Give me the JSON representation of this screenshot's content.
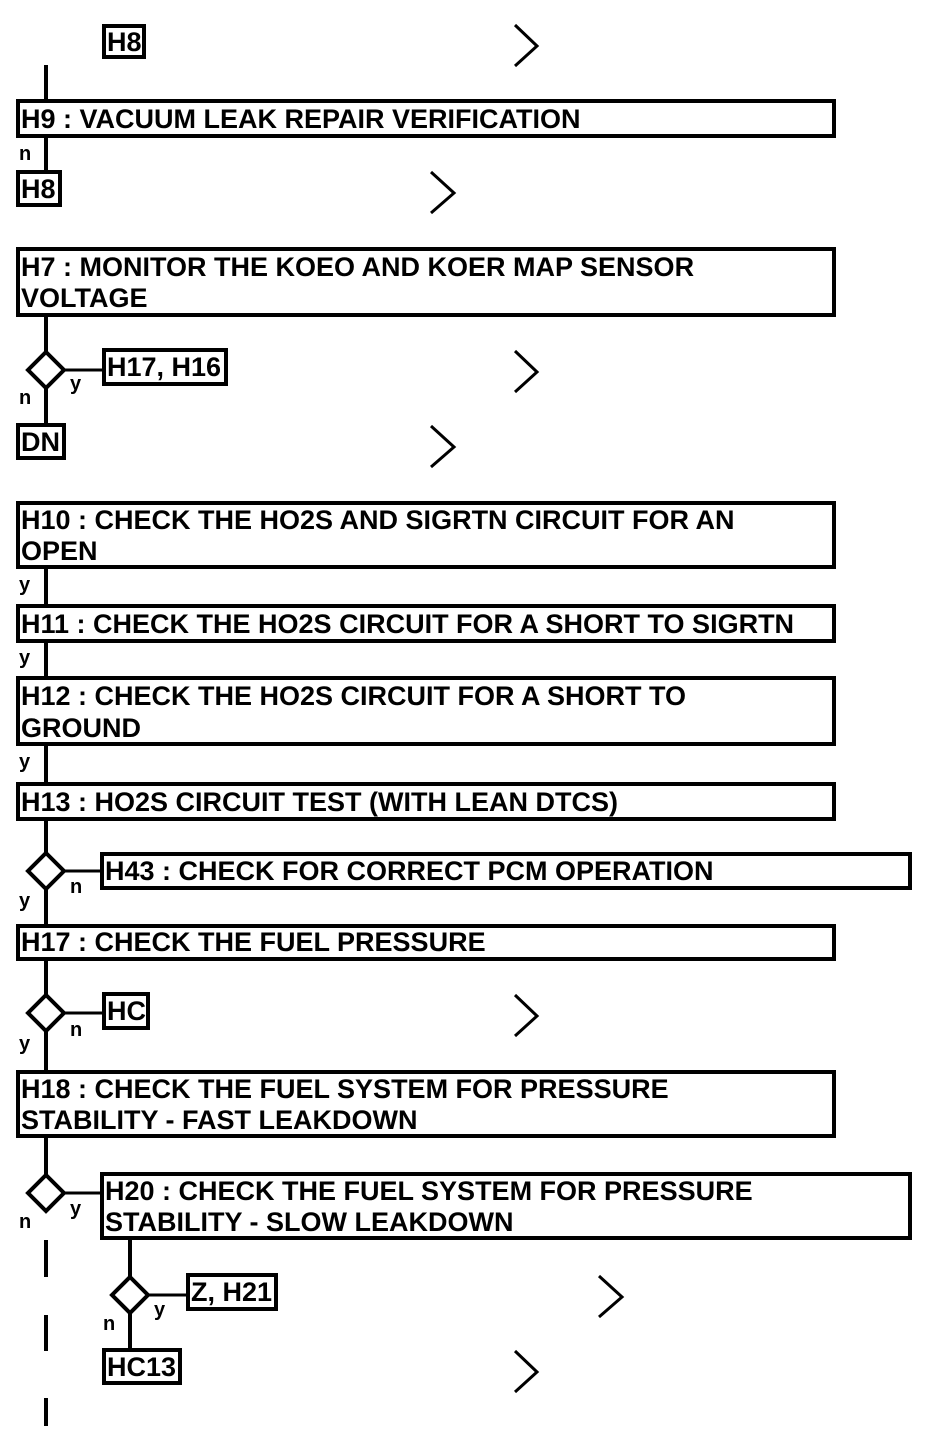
{
  "steps": {
    "h9": "H9 : VACUUM LEAK REPAIR VERIFICATION",
    "h7_1": "H7 : MONITOR THE KOEO AND KOER MAP SENSOR",
    "h7_2": "VOLTAGE",
    "h10_1": "H10 : CHECK THE HO2S AND SIGRTN CIRCUIT FOR AN",
    "h10_2": "OPEN",
    "h11": "H11 : CHECK THE HO2S CIRCUIT FOR A SHORT TO SIGRTN",
    "h12_1": "H12 : CHECK THE HO2S CIRCUIT FOR A SHORT TO",
    "h12_2": "GROUND",
    "h13": "H13 : HO2S CIRCUIT TEST (WITH LEAN DTCS)",
    "h43": "H43 : CHECK FOR CORRECT PCM OPERATION",
    "h17": "H17 : CHECK THE FUEL PRESSURE",
    "h18_1": "H18 : CHECK THE FUEL SYSTEM FOR PRESSURE",
    "h18_2": "STABILITY - FAST LEAKDOWN",
    "h20_1": "H20 : CHECK THE FUEL SYSTEM FOR PRESSURE",
    "h20_2": "STABILITY - SLOW LEAKDOWN"
  },
  "refs": {
    "h8_top": "H8",
    "h8": "H8",
    "h17_h16": "H17, H16",
    "dn": "DN",
    "hc": "HC",
    "z_h21": "Z, H21",
    "hc13": "HC13"
  },
  "branch": {
    "yes": "y",
    "no": "n"
  }
}
